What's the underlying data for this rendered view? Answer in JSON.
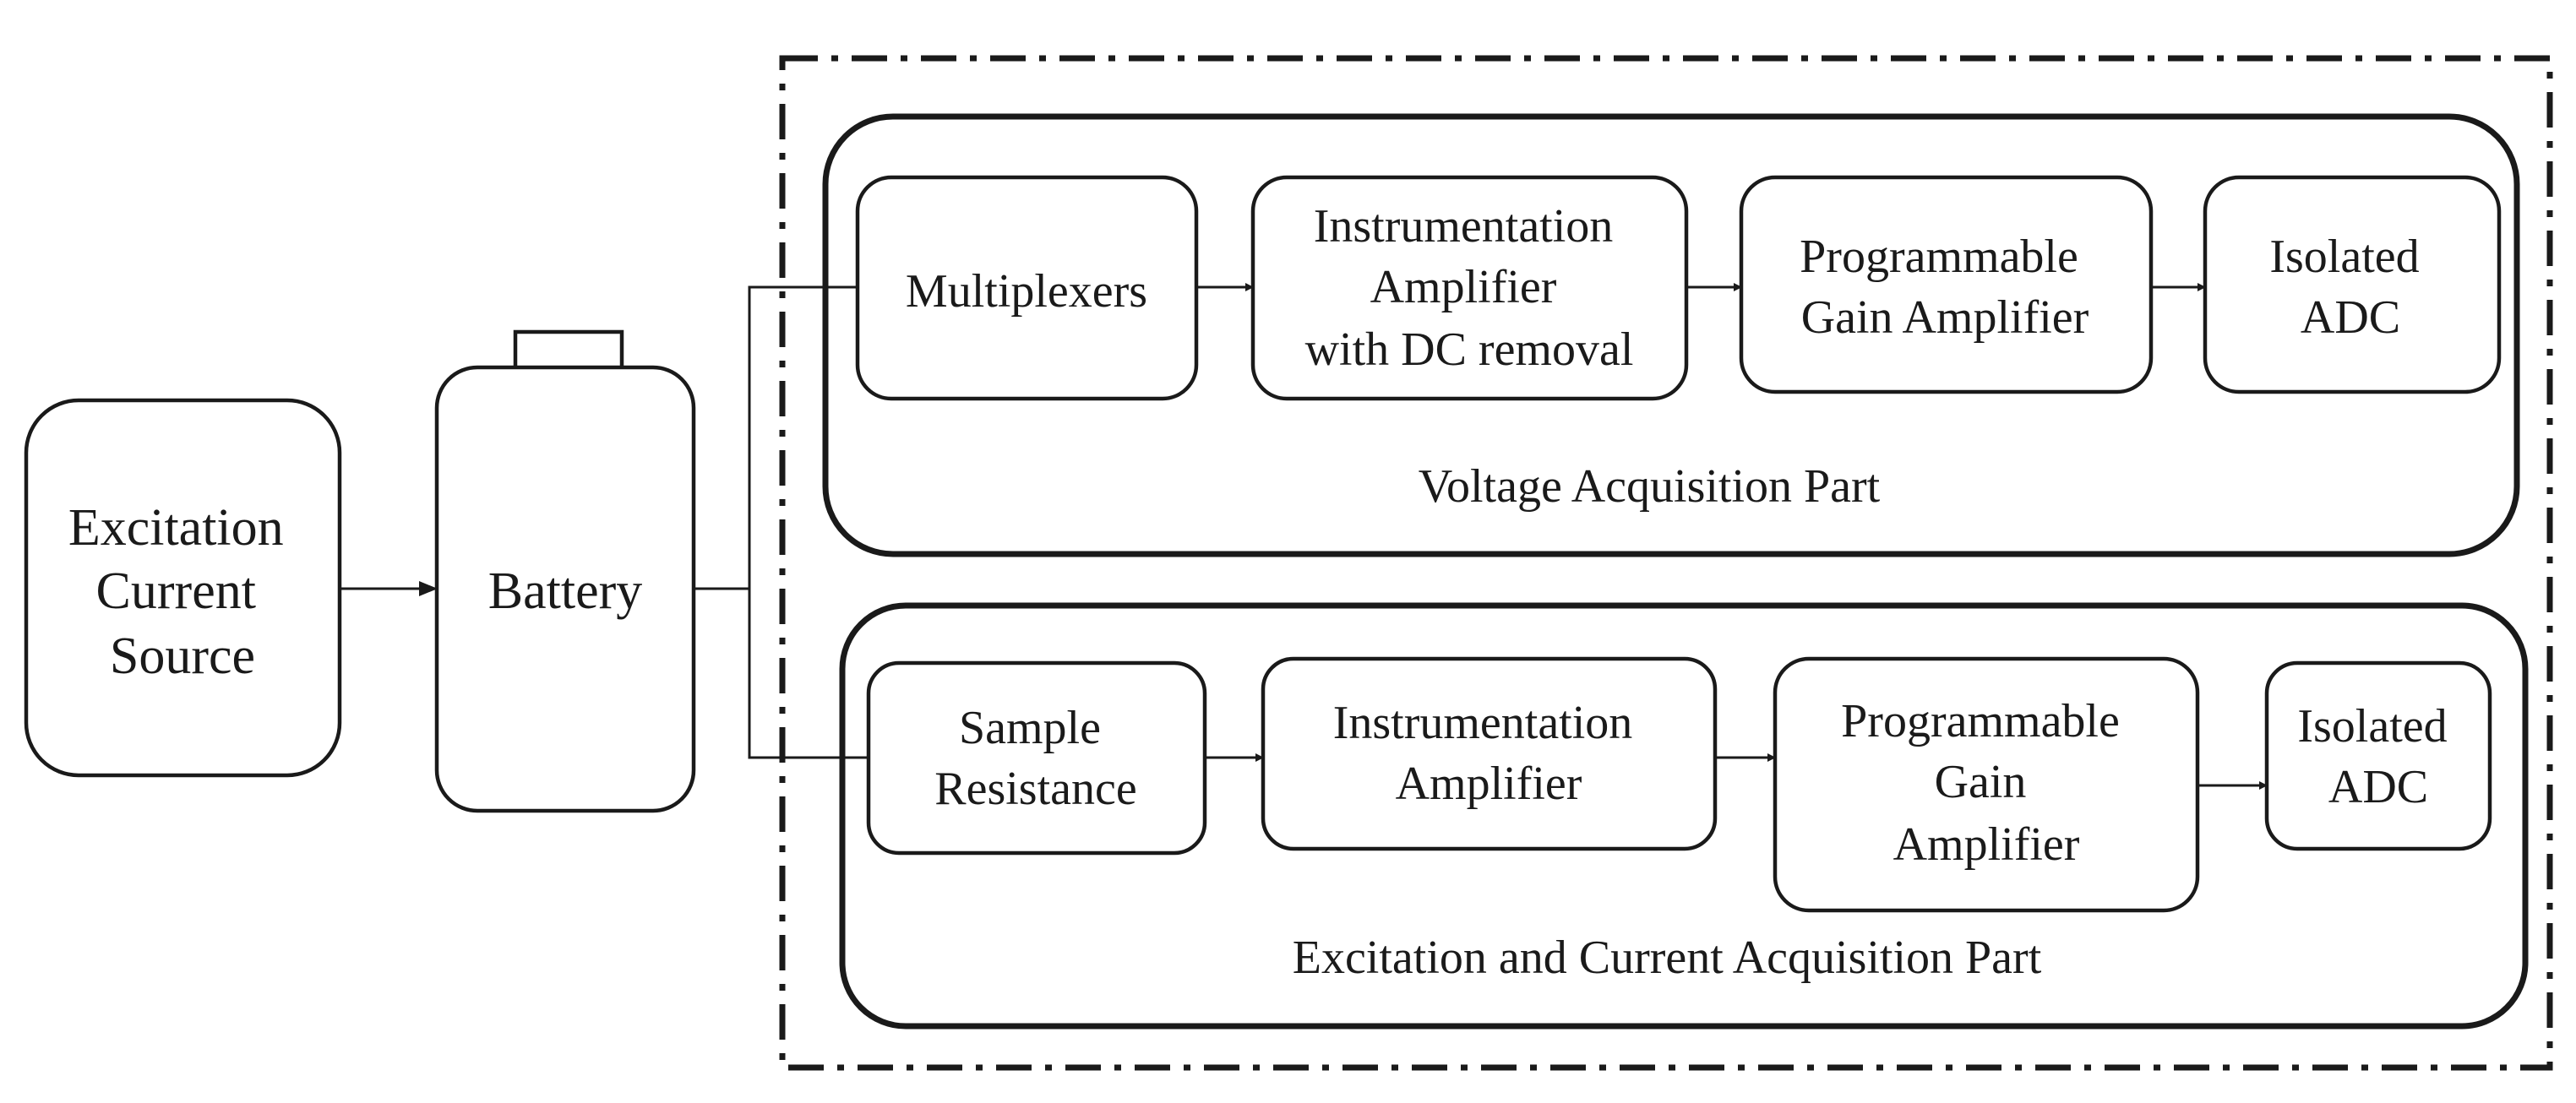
{
  "diagram": {
    "source": {
      "lines": [
        "Excitation",
        "Current",
        "Source"
      ]
    },
    "battery": {
      "label": "Battery"
    },
    "voltage_part": {
      "title": "Voltage Acquisition Part",
      "blocks": [
        {
          "lines": [
            "Multiplexers"
          ]
        },
        {
          "lines": [
            "Instrumentation",
            "Amplifier",
            "with DC removal"
          ]
        },
        {
          "lines": [
            "Programmable",
            "Gain Amplifier"
          ]
        },
        {
          "lines": [
            "Isolated",
            "ADC"
          ]
        }
      ]
    },
    "current_part": {
      "title": "Excitation and Current Acquisition Part",
      "blocks": [
        {
          "lines": [
            "Sample",
            "Resistance"
          ]
        },
        {
          "lines": [
            "Instrumentation",
            "Amplifier"
          ]
        },
        {
          "lines": [
            "Programmable",
            "Gain",
            "Amplifier"
          ]
        },
        {
          "lines": [
            "Isolated",
            "ADC"
          ]
        }
      ]
    }
  }
}
